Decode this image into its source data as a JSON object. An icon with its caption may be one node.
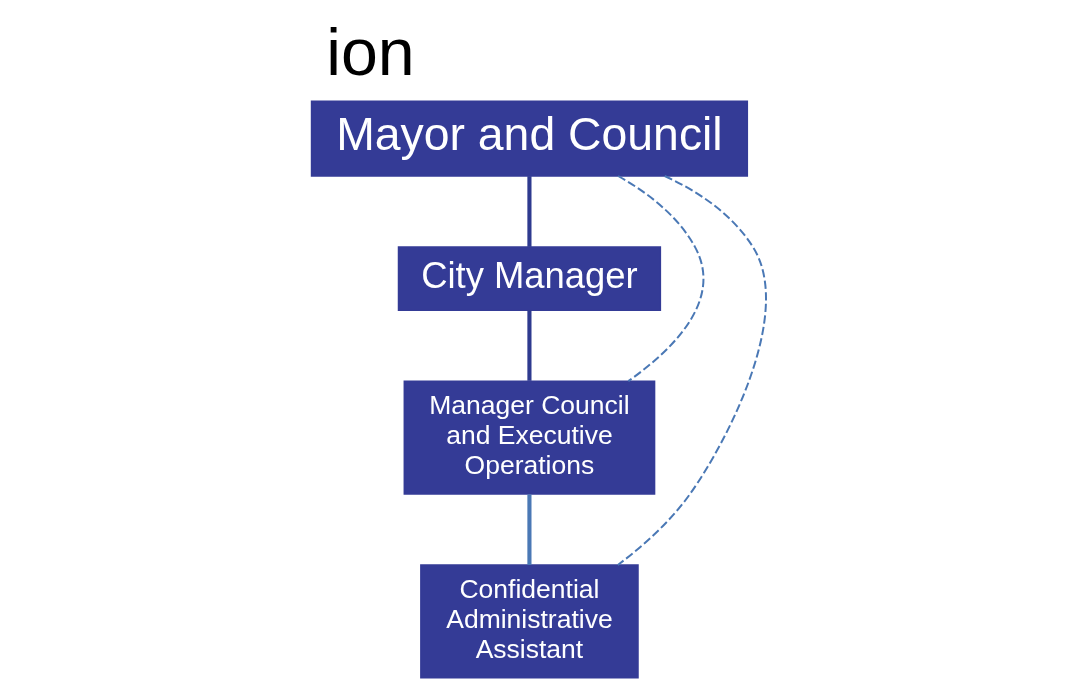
{
  "diagram": {
    "title": "ion",
    "nodes": [
      {
        "text": [
          "Mayor and Council"
        ]
      },
      {
        "text": [
          "City Manager"
        ]
      },
      {
        "text": [
          "Manager Council and Executive Operations"
        ]
      },
      {
        "text": [
          "Confidential Administrative Assistant"
        ]
      }
    ],
    "edges": [
      {
        "from": 0,
        "to": 1,
        "arrow": "none"
      },
      {
        "from": 1,
        "to": 2,
        "arrow": "none"
      },
      {
        "from": 2,
        "to": 3,
        "arrow": "none",
        "color": "#4a78b5"
      },
      {
        "from": 0,
        "to": 2,
        "arrow": "none",
        "style": "dashed",
        "color": "#4a78b5"
      },
      {
        "from": 0,
        "to": 3,
        "arrow": "none",
        "style": "dashed",
        "color": "#4a78b5"
      }
    ]
  }
}
